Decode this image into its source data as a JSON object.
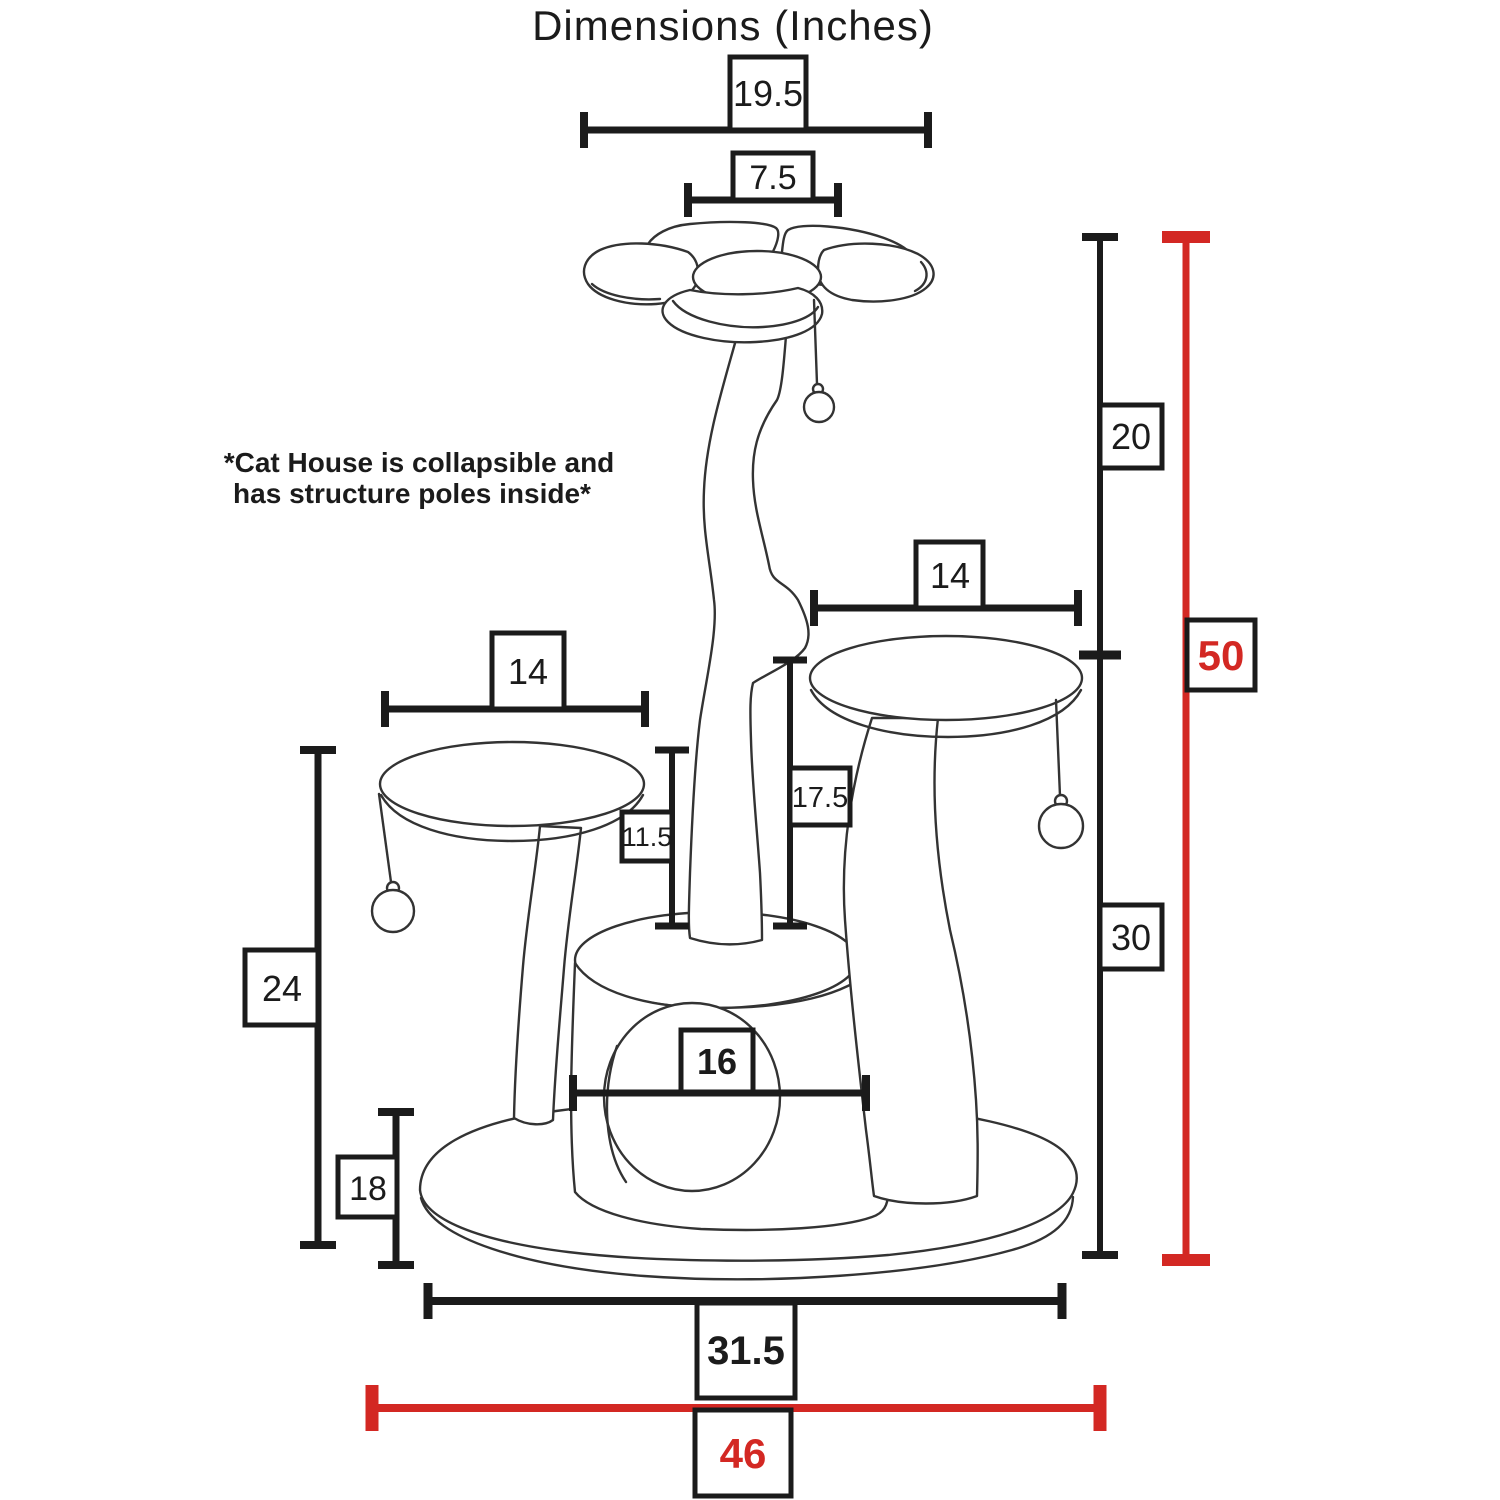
{
  "title": "Dimensions (Inches)",
  "note": {
    "line1": "*Cat House is collapsible and",
    "line2": "has structure poles inside*"
  },
  "colors": {
    "ink": "#1b1b1b",
    "red": "#d32823",
    "art_line": "#333333",
    "background": "#ffffff"
  },
  "dims": {
    "flower_top_width": "19.5",
    "flower_center_width": "7.5",
    "upper_section_height": "20",
    "total_height": "50",
    "right_platform_width": "14",
    "left_platform_width": "14",
    "center_pole_height": "17.5",
    "short_pole_height": "11.5",
    "left_platform_height": "24",
    "lower_section_height": "30",
    "house_opening_width": "16",
    "house_height": "18",
    "base_length": "31.5",
    "overall_width": "46"
  }
}
